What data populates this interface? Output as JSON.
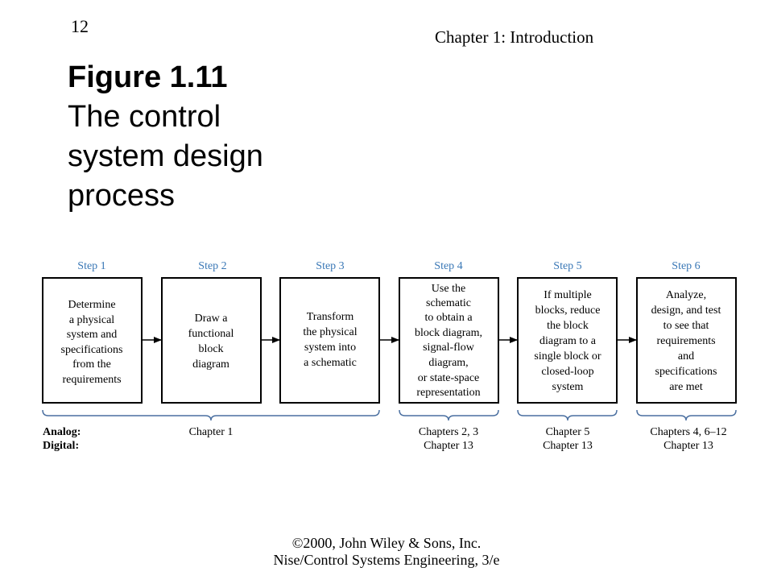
{
  "header": {
    "page_number": "12",
    "chapter": "Chapter 1: Introduction"
  },
  "figure": {
    "label": "Figure 1.11",
    "caption": "The control system design process"
  },
  "steps": [
    {
      "label": "Step 1",
      "lines": [
        "Determine",
        "a physical",
        "system and",
        "specifications",
        "from the",
        "requirements"
      ]
    },
    {
      "label": "Step 2",
      "lines": [
        "Draw a",
        "functional",
        "block",
        "diagram"
      ]
    },
    {
      "label": "Step 3",
      "lines": [
        "Transform",
        "the physical",
        "system into",
        "a schematic"
      ]
    },
    {
      "label": "Step 4",
      "lines": [
        "Use the",
        "schematic",
        "to obtain a",
        "block diagram,",
        "signal-flow",
        "diagram,",
        "or state-space",
        "representation"
      ]
    },
    {
      "label": "Step 5",
      "lines": [
        "If multiple",
        "blocks, reduce",
        "the block",
        "diagram to a",
        "single block or",
        "closed-loop",
        "system"
      ]
    },
    {
      "label": "Step 6",
      "lines": [
        "Analyze,",
        "design, and test",
        "to see that",
        "requirements",
        "and",
        "specifications",
        "are met"
      ]
    }
  ],
  "chapters": {
    "analog_label": "Analog:",
    "digital_label": "Digital:",
    "groups": [
      {
        "analog": "Chapter 1",
        "digital": ""
      },
      {
        "analog": "Chapters 2, 3",
        "digital": "Chapter 13"
      },
      {
        "analog": "Chapter 5",
        "digital": "Chapter 13"
      },
      {
        "analog": "Chapters 4, 6–12",
        "digital": "Chapter 13"
      }
    ]
  },
  "footer": {
    "line1": "©2000, John Wiley & Sons, Inc.",
    "line2": "Nise/Control Systems Engineering, 3/e"
  },
  "colors": {
    "step_label": "#3a78b6",
    "brace": "#4a6fa0"
  }
}
